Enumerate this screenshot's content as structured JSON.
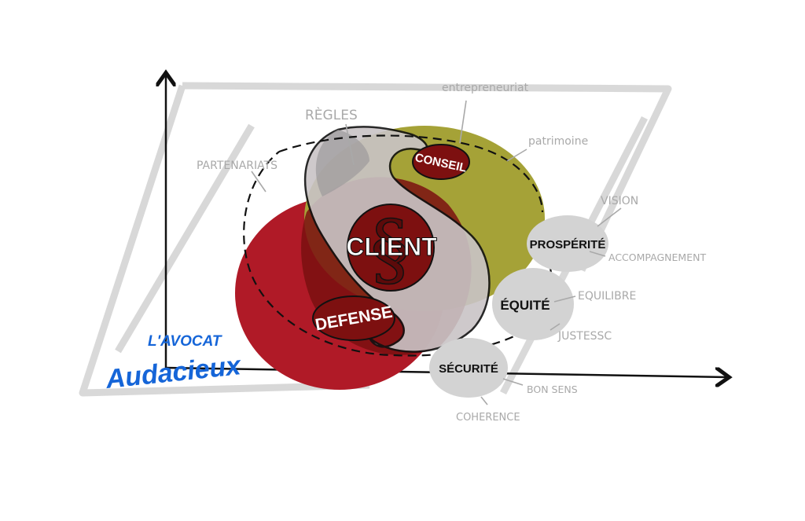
{
  "center": {
    "label": "CLIENT",
    "symbol": "§"
  },
  "inner_labels": {
    "conseil": "CONSEIL",
    "defense": "DEFENSE"
  },
  "values": {
    "prosperite": "PROSPÉRITÉ",
    "equite": "ÉQUITÉ",
    "securite": "SÉCURITÉ"
  },
  "annotations": {
    "regles": "RÈGLES",
    "entrepreneuriat": "entrepreneuriat",
    "patrimoine": "patrimoine",
    "partenariats": "PARTENARIATS",
    "vision": "VISION",
    "accompagnement": "ACCOMPAGNEMENT",
    "equilibre": "EQUILIBRE",
    "justesse": "JUSTESSC",
    "bon_sens": "BON SENS",
    "coherence": "COHERENCE"
  },
  "brand": {
    "line1": "L'AVOCAT",
    "line2": "Audacieux",
    "color": "#1565d8"
  },
  "colors": {
    "red": "#b01a27",
    "olive": "#a5a237",
    "dark_red": "#7a1111",
    "grey": "#d3d3d3",
    "annotation": "#a9a9a9"
  }
}
